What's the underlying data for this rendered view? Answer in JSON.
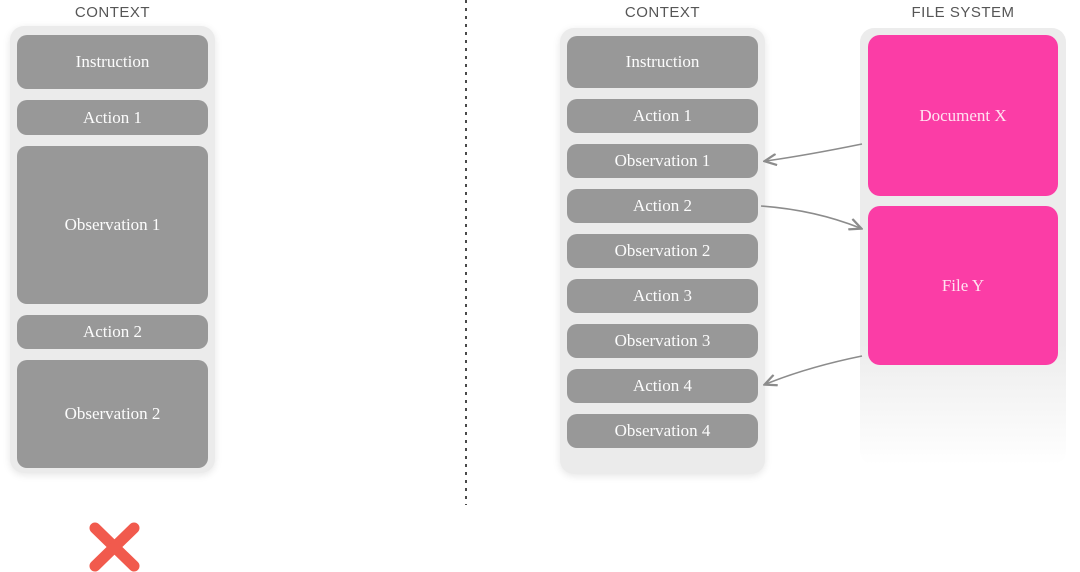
{
  "left_panel": {
    "header": "CONTEXT",
    "boxes": [
      "Instruction",
      "Action 1",
      "Observation 1",
      "Action 2",
      "Observation 2"
    ],
    "verdict_icon": "red-x-mark"
  },
  "right_panel": {
    "header": "CONTEXT",
    "boxes": [
      "Instruction",
      "Action 1",
      "Observation 1",
      "Action 2",
      "Observation 2",
      "Action 3",
      "Observation 3",
      "Action 4",
      "Observation 4"
    ]
  },
  "file_system": {
    "header": "FILE SYSTEM",
    "items": [
      "Document X",
      "File Y"
    ]
  },
  "connections": [
    {
      "from": "Document X",
      "to": "Observation 1"
    },
    {
      "from": "Action 2",
      "to": "File Y"
    },
    {
      "from": "File Y",
      "to": "Action 4"
    }
  ],
  "colors": {
    "container_bg": "#ebebeb",
    "box_gray": "#989898",
    "box_text": "#fcfcfc",
    "pink": "#fb3da6",
    "pink_text": "#ffe3f1",
    "header_text": "#565656",
    "arrow": "#8c8c8c",
    "x_mark": "#f15a4d",
    "divider": "#4a4a4a"
  }
}
